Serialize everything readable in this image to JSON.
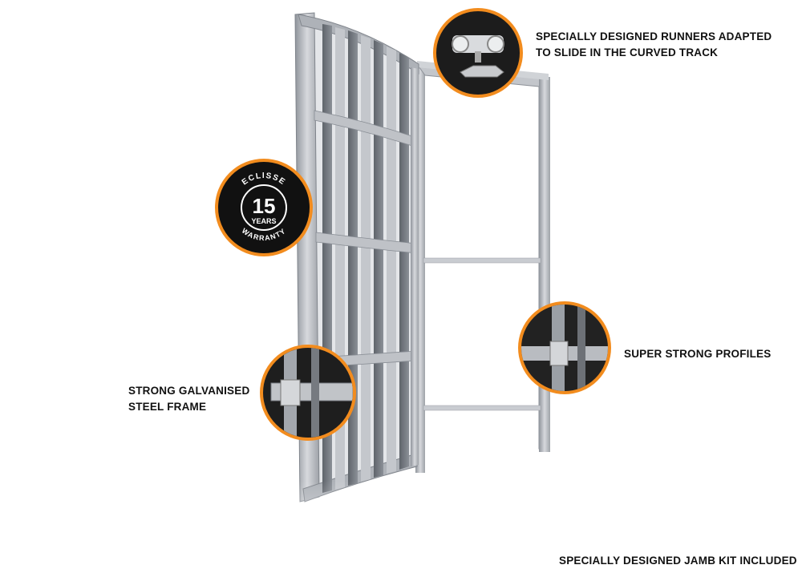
{
  "callouts": {
    "runners": [
      "SPECIALLY DESIGNED RUNNERS ADAPTED",
      "TO SLIDE IN THE CURVED TRACK"
    ],
    "profiles": [
      "SUPER STRONG PROFILES"
    ],
    "frame": [
      "STRONG GALVANISED",
      "STEEL FRAME"
    ],
    "jamb": [
      "SPECIALLY DESIGNED JAMB KIT INCLUDED"
    ]
  },
  "badge": {
    "brand": "ECLISSE",
    "number": "15",
    "unit": "YEARS",
    "caption": "WARRANTY"
  },
  "colors": {
    "accent": "#f28c1e",
    "steel": "#b9bcc2",
    "badge_bg": "#111111"
  },
  "icons": [
    "runner-detail-image",
    "profile-detail-image",
    "frame-detail-image",
    "warranty-badge"
  ]
}
